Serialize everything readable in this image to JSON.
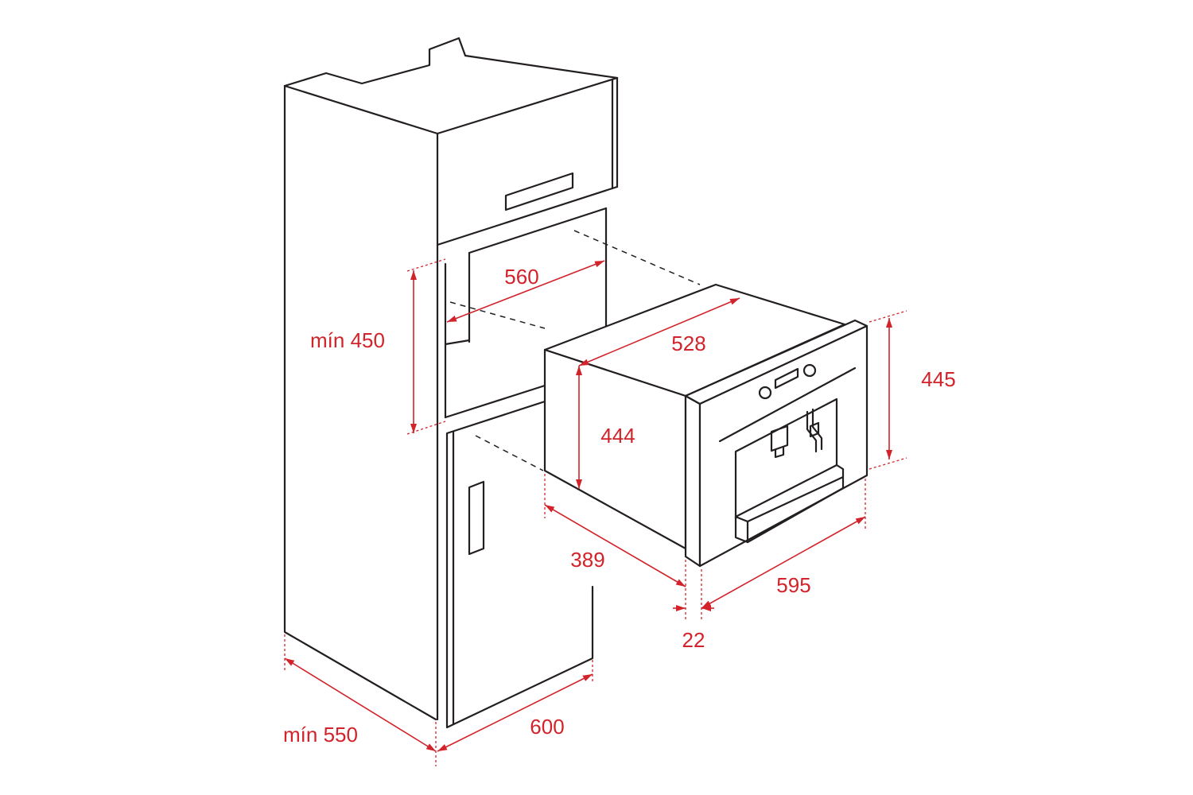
{
  "dimensions": {
    "niche_width": "560",
    "niche_height": "mín 450",
    "body_width": "528",
    "front_height": "445",
    "body_height": "444",
    "body_depth": "389",
    "front_depth": "22",
    "front_width": "595",
    "cabinet_depth": "mín 550",
    "cabinet_width": "600"
  },
  "colors": {
    "line": "#231f20",
    "dimension": "#d2232a",
    "background": "#ffffff"
  }
}
